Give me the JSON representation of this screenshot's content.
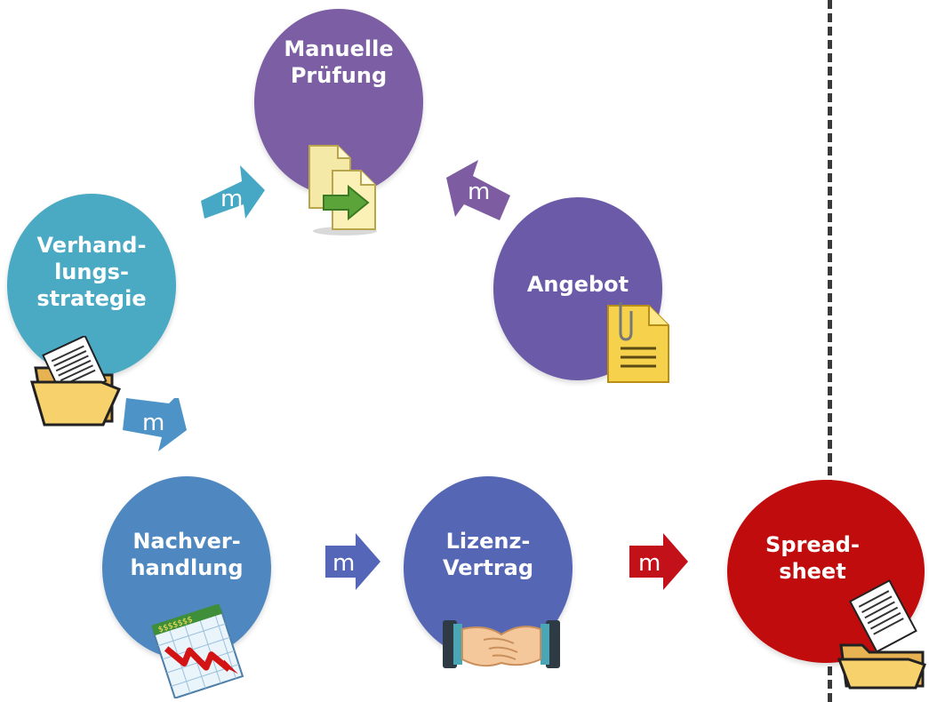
{
  "nodes": {
    "manuelle": {
      "label": "Manuelle\nPrüfung",
      "color": "#7b5ea4"
    },
    "verhandlungsstrategie": {
      "label": "Verhand-\nlungs-\nstrategie",
      "color": "#4aa9c3"
    },
    "angebot": {
      "label": "Angebot",
      "color": "#6a5aa8"
    },
    "nachverhandlung": {
      "label": "Nachver-\nhandlung",
      "color": "#4f88c0"
    },
    "lizenzvertrag": {
      "label": "Lizenz-\nVertrag",
      "color": "#5566b5"
    },
    "spreadsheet": {
      "label": "Spread-\nsheet",
      "color": "#c00c0c"
    }
  },
  "arrows": {
    "a1": {
      "label": "m",
      "color": "#46a8c4"
    },
    "a2": {
      "label": "m",
      "color": "#7e5ca2"
    },
    "a3": {
      "label": "m",
      "color": "#4d93c8"
    },
    "a4": {
      "label": "m",
      "color": "#5566b8"
    },
    "a5": {
      "label": "m",
      "color": "#c3111a"
    }
  },
  "icons": {
    "documents": "documents-transfer-icon",
    "notepad": "clipboard-document-icon",
    "folder": "folder-papers-icon",
    "chart": "declining-chart-icon",
    "handshake": "handshake-icon",
    "folder2": "folder-papers-icon"
  }
}
